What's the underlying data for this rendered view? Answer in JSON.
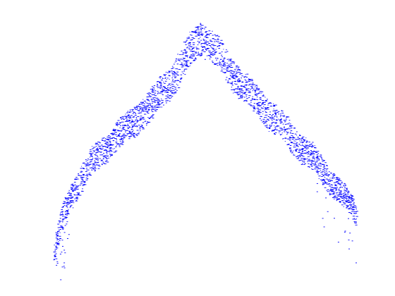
{
  "chart_data": {
    "type": "scatter",
    "title": "",
    "xlabel": "",
    "ylabel": "",
    "axes_visible": false,
    "grid": false,
    "legend": "none",
    "marker_color": "#0000ff",
    "marker": "point",
    "series": [
      {
        "values_note": "",
        "band_ridge": {
          "x": [
            0.0,
            0.03,
            0.07,
            0.12,
            0.18,
            0.25,
            0.32,
            0.38,
            0.44,
            0.48,
            0.52,
            0.57,
            0.63,
            0.7,
            0.77,
            0.84,
            0.9,
            0.95,
            1.0
          ],
          "y": [
            0.05,
            0.22,
            0.33,
            0.42,
            0.5,
            0.58,
            0.66,
            0.75,
            0.86,
            0.94,
            0.9,
            0.82,
            0.73,
            0.64,
            0.55,
            0.46,
            0.38,
            0.3,
            0.22
          ]
        }
      }
    ]
  }
}
